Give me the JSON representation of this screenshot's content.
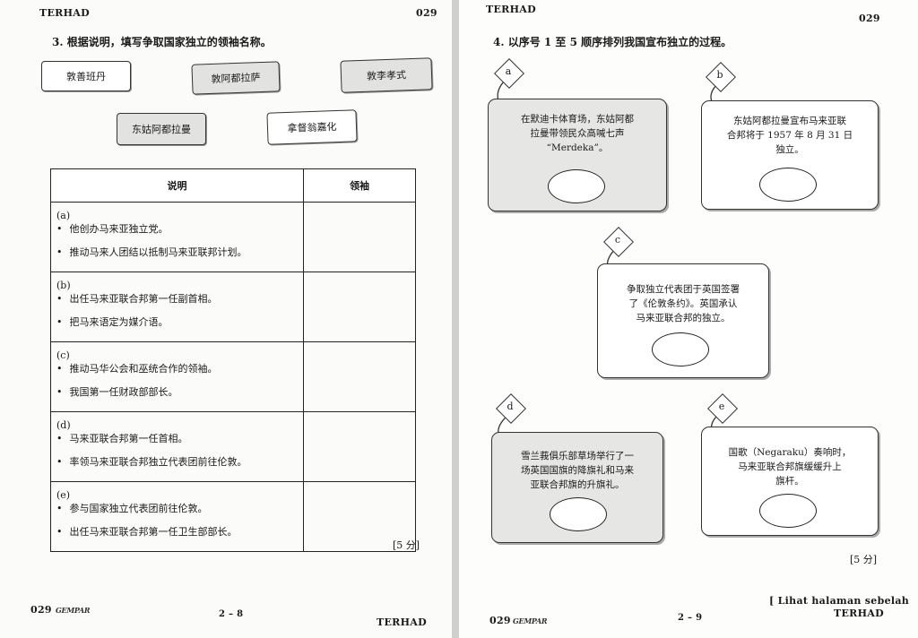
{
  "left": {
    "header_left": "TERHAD",
    "header_right": "029",
    "question": "3. 根据说明，填写争取国家独立的领袖名称。",
    "leaders": [
      "敦善班丹",
      "敦阿都拉萨",
      "敦李孝式",
      "东姑阿都拉曼",
      "拿督翁嘉化"
    ],
    "table": {
      "col_desc": "说明",
      "col_leader": "领袖",
      "rows": [
        {
          "label": "(a)",
          "bullets": [
            "他创办马来亚独立党。",
            "推动马来人团结以抵制马来亚联邦计划。"
          ]
        },
        {
          "label": "(b)",
          "bullets": [
            "出任马来亚联合邦第一任副首相。",
            "把马来语定为媒介语。"
          ]
        },
        {
          "label": "(c)",
          "bullets": [
            "推动马华公会和巫统合作的领袖。",
            "我国第一任财政部部长。"
          ]
        },
        {
          "label": "(d)",
          "bullets": [
            "马来亚联合邦第一任首相。",
            "率领马来亚联合邦独立代表团前往伦敦。"
          ]
        },
        {
          "label": "(e)",
          "bullets": [
            "参与国家独立代表团前往伦敦。",
            "出任马来亚联合邦第一任卫生部部长。"
          ]
        }
      ]
    },
    "marks": "[5 分]",
    "footer_code": "029",
    "footer_logo": "GEMPAR",
    "footer_page": "2 – 8",
    "footer_right": "TERHAD"
  },
  "right": {
    "header_left": "TERHAD",
    "header_right": "029",
    "question": "4. 以序号 1 至 5 顺序排列我国宣布独立的过程。",
    "cards": [
      {
        "letter": "a",
        "lines": [
          "在默迪卡体育场，东姑阿都",
          "拉曼带领民众高喊七声",
          "“Merdeka”。"
        ]
      },
      {
        "letter": "b",
        "lines": [
          "东姑阿都拉曼宣布马来亚联",
          "合邦将于 1957 年 8 月 31 日",
          "独立。"
        ]
      },
      {
        "letter": "c",
        "lines": [
          "争取独立代表团于英国签署",
          "了《伦敦条约》。英国承认",
          "马来亚联合邦的独立。"
        ]
      },
      {
        "letter": "d",
        "lines": [
          "雪兰莪俱乐部草场举行了一",
          "场英国国旗的降旗礼和马来",
          "亚联合邦旗的升旗礼。"
        ]
      },
      {
        "letter": "e",
        "lines": [
          "国歌（Negaraku）奏响时，",
          "马来亚联合邦旗缓缓升上",
          "旗杆。"
        ]
      }
    ],
    "marks": "[5 分]",
    "footer_code": "029",
    "footer_logo": "GEMPAR",
    "footer_page": "2 – 9",
    "footer_next": "[ Lihat halaman sebelah",
    "footer_right": "TERHAD"
  }
}
